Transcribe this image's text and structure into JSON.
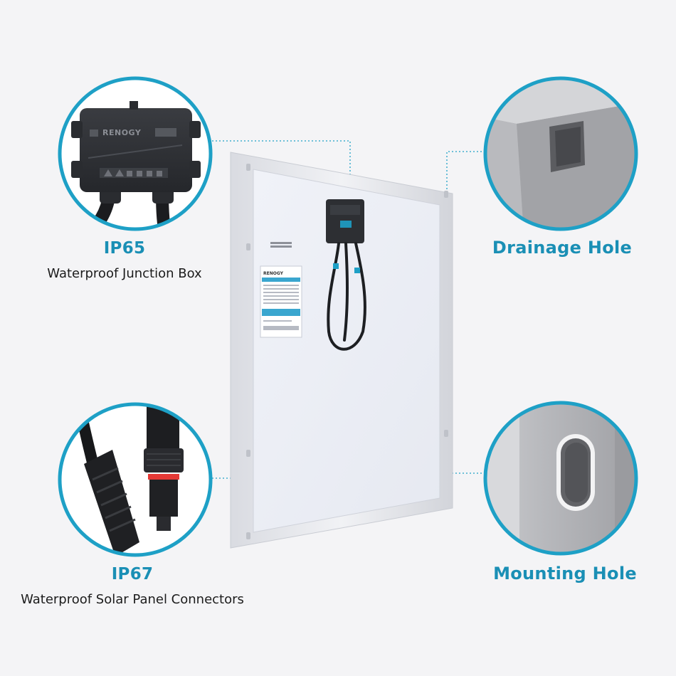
{
  "callouts": {
    "junction_box": {
      "spec": "IP65",
      "description": "Waterproof Junction Box"
    },
    "connectors": {
      "spec": "IP67",
      "description": "Waterproof Solar Panel Connectors"
    },
    "drainage_hole": {
      "title": "Drainage Hole"
    },
    "mounting_hole": {
      "title": "Mounting Hole"
    }
  },
  "junction_box_brand": "RENOGY",
  "panel_sticker_brand": "RENOGY",
  "colors": {
    "accent": "#1a8fb5",
    "ring": "#1ea0c6",
    "background": "#f4f4f6",
    "panel_frame": "#e9eaee",
    "panel_back": "#eef0f6",
    "junction_box": "#2d2f33"
  }
}
